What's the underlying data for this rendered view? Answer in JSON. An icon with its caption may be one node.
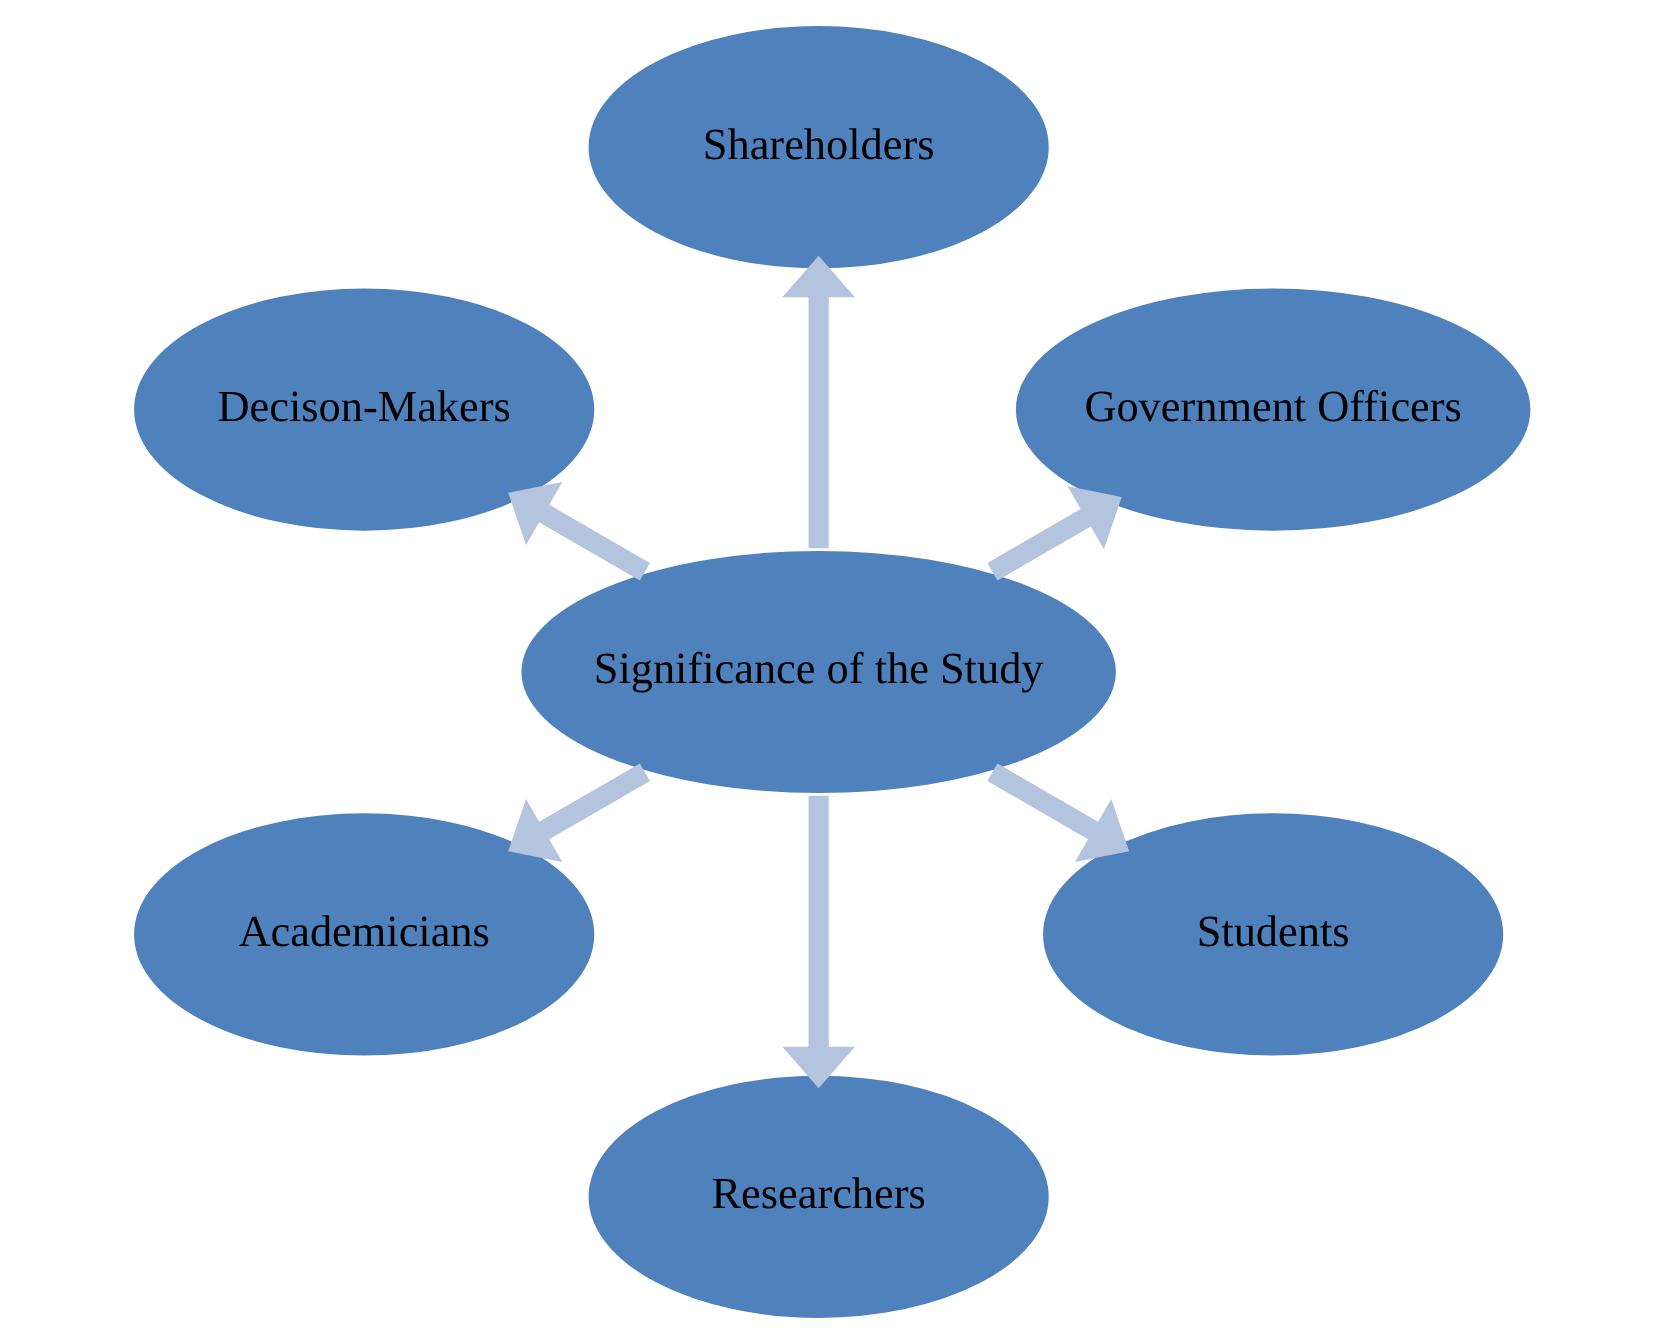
{
  "diagram": {
    "nodes": [
      {
        "text": [
          "Significance of the Study"
        ]
      },
      {
        "text": [
          "Government Officers"
        ]
      },
      {
        "text": [
          "Shareholders"
        ]
      },
      {
        "text": [
          "Decison-Makers"
        ]
      },
      {
        "text": [
          "Academicians"
        ]
      },
      {
        "text": [
          "Researchers"
        ]
      },
      {
        "text": [
          "Students"
        ]
      }
    ],
    "edges": [
      {
        "from": 0,
        "to": 1,
        "arrow": "to"
      },
      {
        "from": 0,
        "to": 2,
        "arrow": "to"
      },
      {
        "from": 0,
        "to": 3,
        "arrow": "to"
      },
      {
        "from": 0,
        "to": 4,
        "arrow": "to"
      },
      {
        "from": 0,
        "to": 5,
        "arrow": "to"
      },
      {
        "from": 0,
        "to": 6,
        "arrow": "to"
      }
    ]
  }
}
